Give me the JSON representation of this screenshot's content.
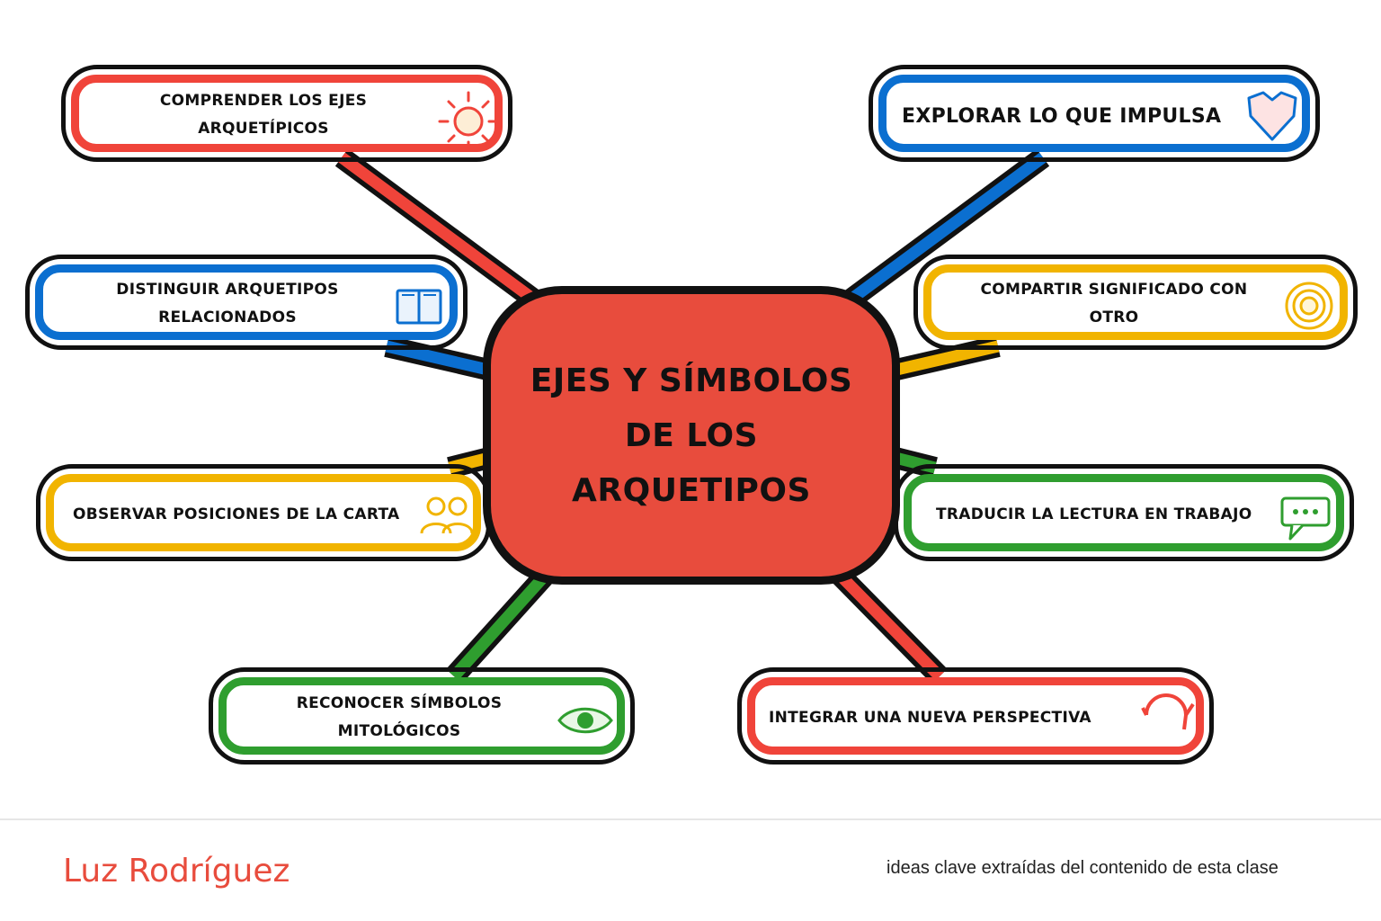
{
  "center": {
    "title": "EJES Y SÍMBOLOS DE LOS ARQUETIPOS"
  },
  "nodes": [
    {
      "label": "COMPRENDER LOS EJES ARQUETÍPICOS",
      "color": "#f0443a",
      "icon": "sun-icon"
    },
    {
      "label": "EXPLORAR LO QUE IMPULSA",
      "color": "#0b6fd0",
      "icon": "heart-icon"
    },
    {
      "label": "DISTINGUIR ARQUETIPOS RELACIONADOS",
      "color": "#0b6fd0",
      "icon": "book-icon"
    },
    {
      "label": "COMPARTIR SIGNIFICADO CON OTRO",
      "color": "#f1b400",
      "icon": "target-icon"
    },
    {
      "label": "OBSERVAR POSICIONES DE LA CARTA",
      "color": "#f1b400",
      "icon": "people-icon"
    },
    {
      "label": "TRADUCIR LA LECTURA EN TRABAJO",
      "color": "#2f9e2f",
      "icon": "chat-bubble-icon"
    },
    {
      "label": "RECONOCER SÍMBOLOS MITOLÓGICOS",
      "color": "#2f9e2f",
      "icon": "eye-icon"
    },
    {
      "label": "INTEGRAR UNA NUEVA PERSPECTIVA",
      "color": "#f0443a",
      "icon": "refresh-icon"
    }
  ],
  "footer": {
    "author": "Luz Rodríguez",
    "tagline": "ideas clave extraídas del contenido de esta clase"
  }
}
